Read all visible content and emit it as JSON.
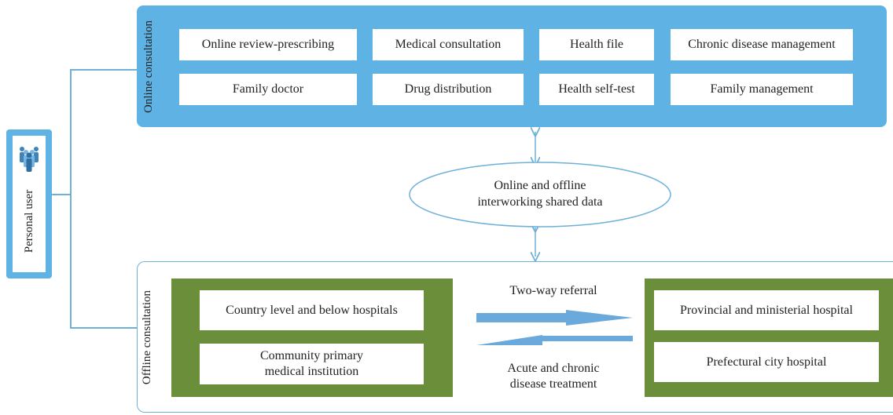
{
  "user": {
    "label": "Personal user",
    "icon": "people-group-icon"
  },
  "online": {
    "title": "Online consultation",
    "items": [
      "Online review-prescribing",
      "Medical consultation",
      "Health file",
      "Chronic disease management",
      "Family doctor",
      "Drug distribution",
      "Health self-test",
      "Family management"
    ]
  },
  "shared": {
    "line1": "Online and offline",
    "line2": "interworking shared data"
  },
  "offline": {
    "title": "Offline consultation",
    "left": {
      "item1": "Country level and below hospitals",
      "item2_line1": "Community primary",
      "item2_line2": "medical institution"
    },
    "right": {
      "item1": "Provincial and ministerial hospital",
      "item2": "Prefectural city hospital"
    },
    "arrow_right_label": "Two-way referral",
    "arrow_left_label_line1": "Acute and chronic",
    "arrow_left_label_line2": "disease treatment"
  },
  "colors": {
    "blue": "#5fb2e4",
    "green": "#6b8e3b",
    "line": "#6fb0d8"
  }
}
